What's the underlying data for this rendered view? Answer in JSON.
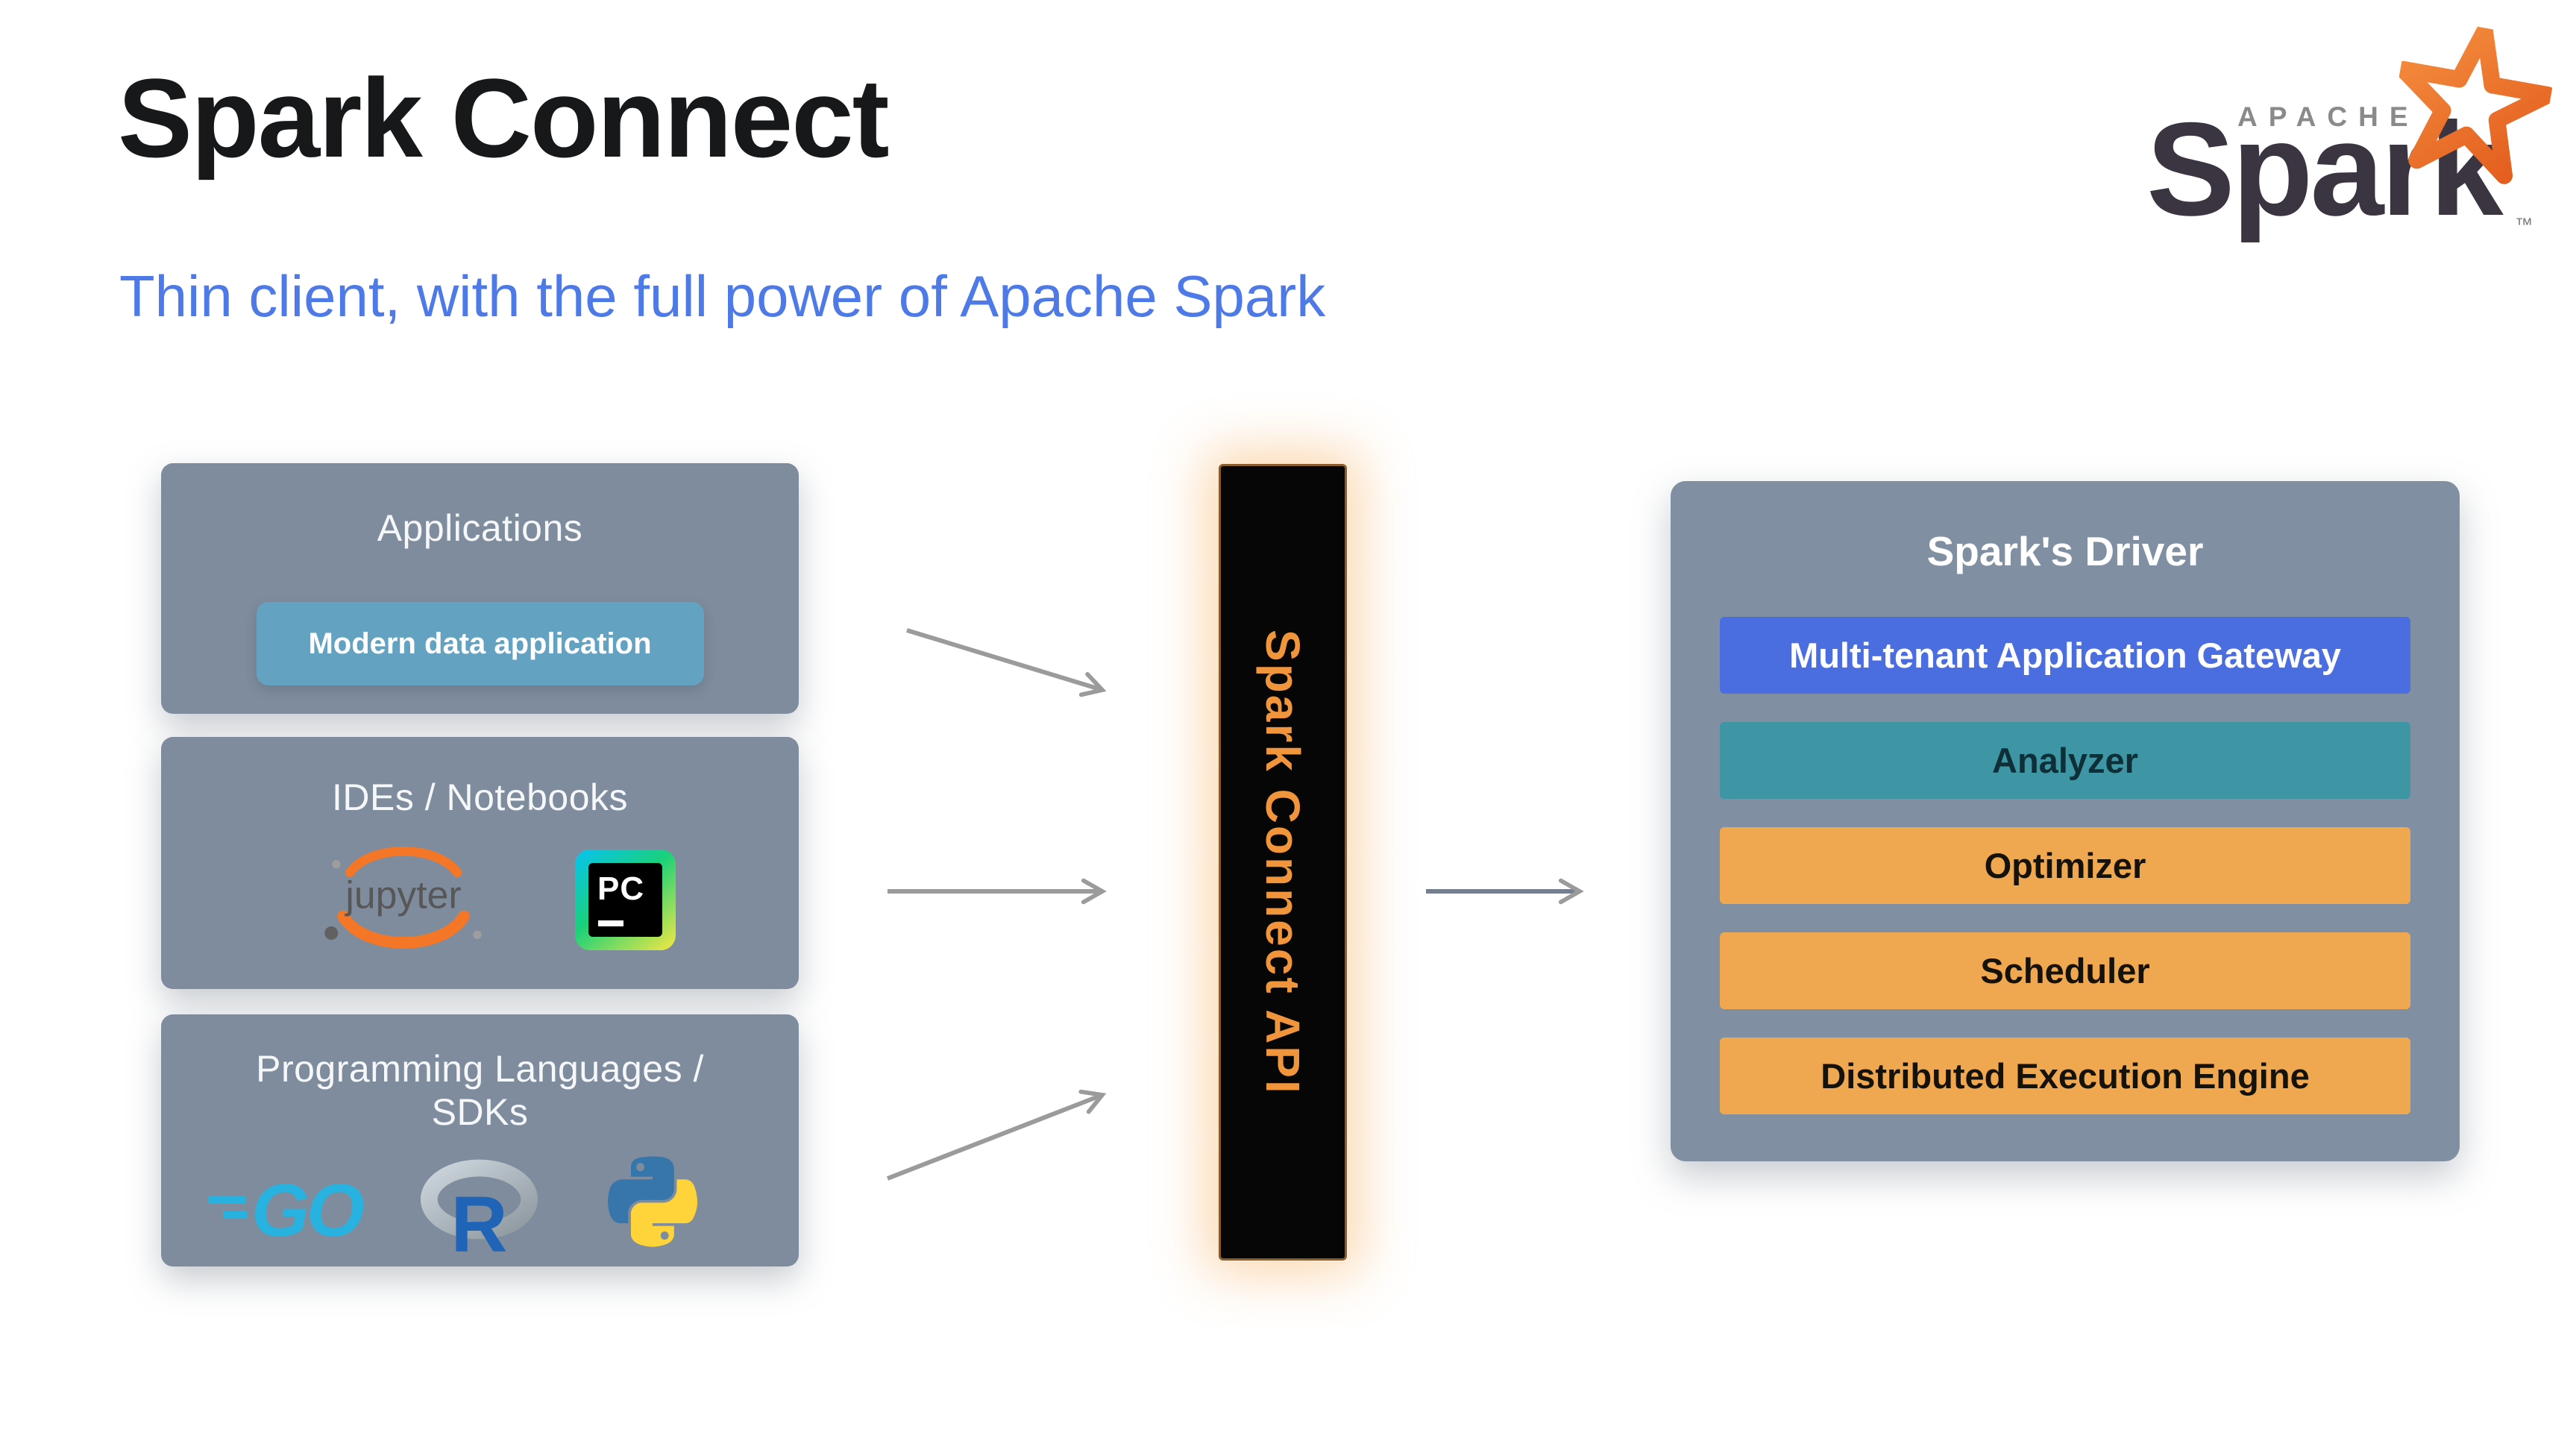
{
  "header": {
    "title": "Spark Connect",
    "subtitle": "Thin client, with the full power of Apache Spark"
  },
  "spark_logo": {
    "apache": "APACHE",
    "wordmark": "Spark",
    "tm": "™"
  },
  "sources": [
    {
      "title": "Applications",
      "chip": "Modern data application"
    },
    {
      "title": "IDEs / Notebooks",
      "jupyter": "jupyter",
      "pycharm": "PC"
    },
    {
      "title_line1": "Programming Languages /",
      "title_line2": "SDKs",
      "go": "GO",
      "r": "R"
    }
  ],
  "connector": {
    "label": "Spark Connect API"
  },
  "driver": {
    "title": "Spark's Driver",
    "rows": [
      {
        "label": "Multi-tenant Application Gateway",
        "color": "#4a6de0",
        "text_color": "#ffffff"
      },
      {
        "label": "Analyzer",
        "color": "#3e95a4",
        "text_color": "#0e2f38"
      },
      {
        "label": "Optimizer",
        "color": "#f0a850",
        "text_color": "#15110b"
      },
      {
        "label": "Scheduler",
        "color": "#f0a850",
        "text_color": "#15110b"
      },
      {
        "label": "Distributed Execution Engine",
        "color": "#f0a850",
        "text_color": "#15110b"
      }
    ]
  },
  "colors": {
    "panel_gray": "#7e8c9e",
    "chip_blue": "#64a2c2",
    "subtitle_blue": "#4e7ae8",
    "arrow_gray": "#9b9b9b",
    "connector_text": "#f0953c",
    "connector_glow": "#f7a74d",
    "spark_star_orange": "#e9702b"
  }
}
